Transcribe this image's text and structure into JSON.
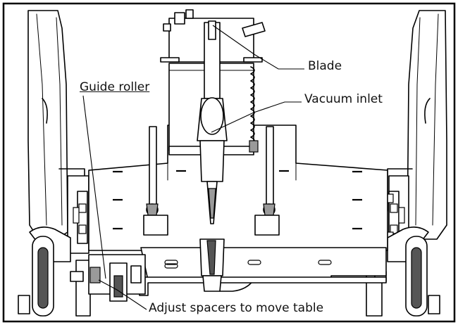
{
  "callouts": {
    "blade": "Blade",
    "vacuum_inlet": "Vacuum inlet",
    "guide_roller": "Guide roller",
    "adjust_spacers": "Adjust spacers to move table"
  }
}
